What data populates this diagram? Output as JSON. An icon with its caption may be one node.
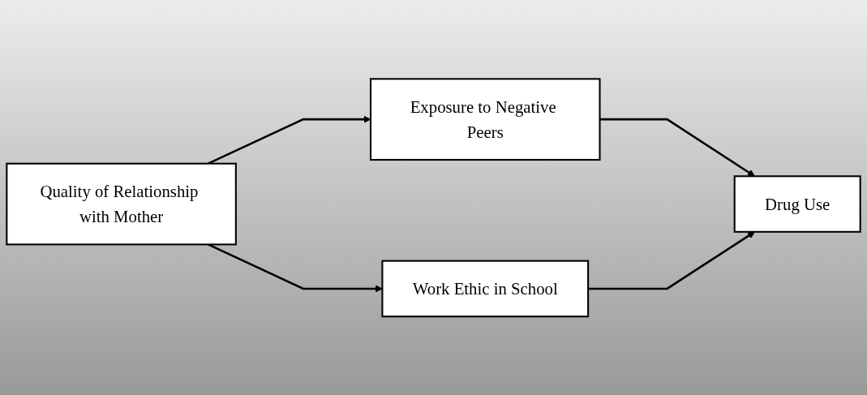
{
  "diagram": {
    "nodes": [
      {
        "text": [
          "Quality of Relationship with Mother"
        ]
      },
      {
        "text": [
          "Exposure to Negative Peers"
        ]
      },
      {
        "text": [
          "Work Ethic in School"
        ]
      },
      {
        "text": [
          "Drug Use"
        ]
      }
    ],
    "edges": [
      {
        "from": 0,
        "to": 1,
        "arrow": "to"
      },
      {
        "from": 0,
        "to": 2,
        "arrow": "to"
      },
      {
        "from": 1,
        "to": 3,
        "arrow": "to"
      },
      {
        "from": 2,
        "to": 3,
        "arrow": "to"
      }
    ]
  }
}
